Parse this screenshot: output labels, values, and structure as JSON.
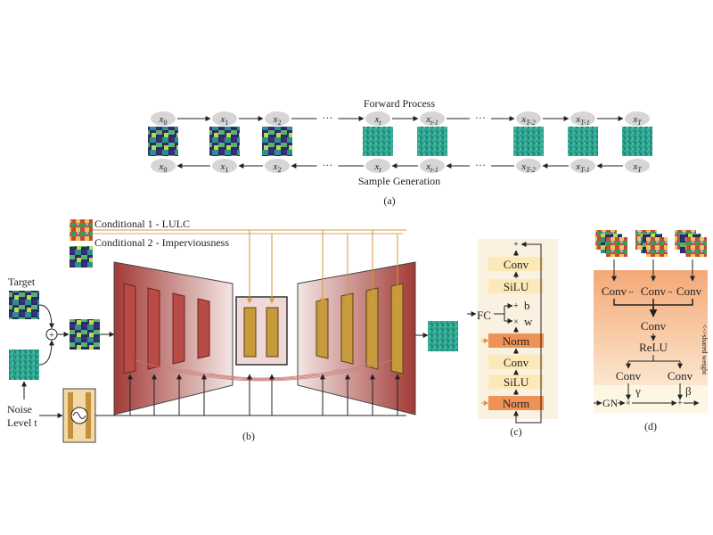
{
  "panel_a": {
    "title_top": "Forward Process",
    "title_bottom": "Sample Generation",
    "caption": "(a)",
    "nodes": [
      {
        "base": "x",
        "sub": "0",
        "italic_sub": false
      },
      {
        "base": "x",
        "sub": "1",
        "italic_sub": false
      },
      {
        "base": "x",
        "sub": "2",
        "italic_sub": false
      },
      {
        "base": "x",
        "sub": "t",
        "italic_sub": true
      },
      {
        "base": "x",
        "sub": "t-1",
        "italic_sub": true
      },
      {
        "base": "x",
        "sub": "T-2",
        "italic_sub": true
      },
      {
        "base": "x",
        "sub": "T-1",
        "italic_sub": true
      },
      {
        "base": "x",
        "sub": "T",
        "italic_sub": true
      }
    ],
    "ellipsis": "···"
  },
  "panel_b": {
    "cond1": "Conditional 1 - LULC",
    "cond2": "Conditional 2 - Imperviousness",
    "target": "Target",
    "noise_line1": "Noise",
    "noise_line2": "Level t",
    "plus": "+",
    "caption": "(b)"
  },
  "panel_c": {
    "blocks": [
      "Conv",
      "SiLU",
      "Norm",
      "Conv",
      "SiLU",
      "Norm"
    ],
    "fc": "FC",
    "b": "b",
    "w": "w",
    "plus": "+",
    "times": "×",
    "caption": "(c)"
  },
  "panel_d": {
    "conv_left": "Conv",
    "conv_mid": "Conv",
    "conv_right": "Conv",
    "conv_center": "Conv",
    "relu": "ReLU",
    "conv_gamma": "Conv",
    "conv_beta": "Conv",
    "gamma": "γ",
    "beta": "β",
    "gn": "GN",
    "shared_weight": "<->shared weight",
    "caption": "(d)"
  },
  "colors": {
    "node_bg": "#d6d6d6",
    "unet_dark": "#a23a36",
    "unet_light": "#f3e6e4",
    "unet_bar": "#b84b45",
    "middle_bar": "#c79a3c",
    "orange_line": "#d69a3a",
    "panel_c_bg": "#fbf1e0",
    "panel_c_block": "#fde9b8",
    "panel_c_norm": "#ee9258",
    "panel_d_top": "#f4a877",
    "panel_d_bottom": "#fdf6e3",
    "landsat": "#2e9b8a",
    "noise": "#2ea591"
  }
}
